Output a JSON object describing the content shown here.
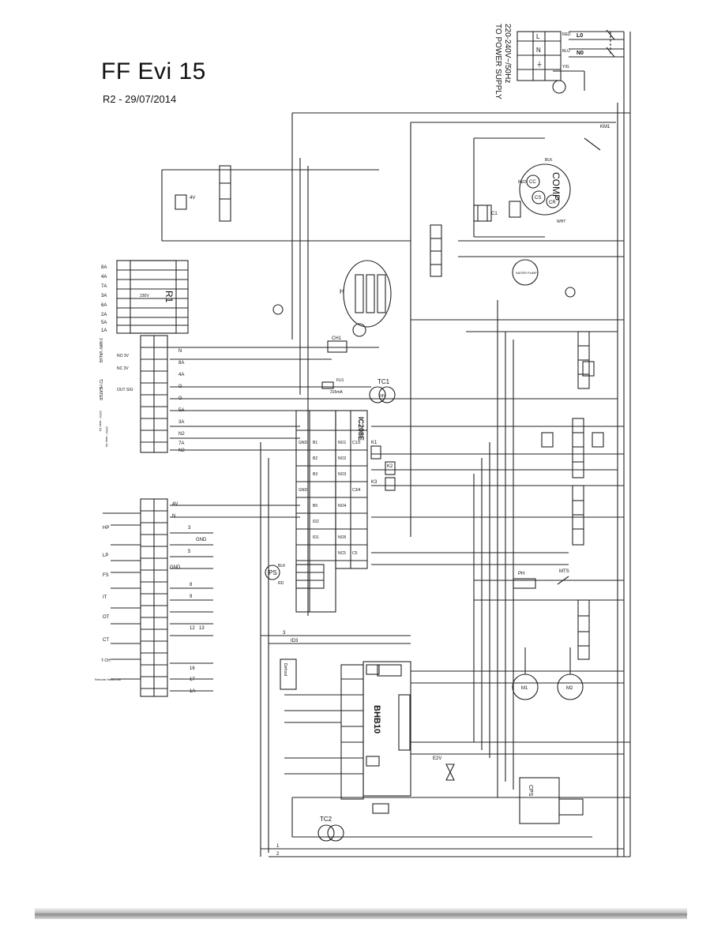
{
  "header": {
    "title": "FF Evi 15",
    "revision": "R2 - 29/07/2014"
  },
  "power_supply": {
    "label": "TO POWER SUPPLY",
    "spec": "220-240V~/50Hz",
    "line_labels": [
      "L0",
      "N0"
    ],
    "wire_colors": [
      "RED",
      "BLU",
      "Y/G"
    ],
    "terminals": [
      "L",
      "N",
      "⏚"
    ]
  },
  "components": {
    "compressor": "COMP",
    "comp_terminals": [
      "CC",
      "CS",
      "CR"
    ],
    "comp_wires": [
      "BLK",
      "RED",
      "WHT"
    ],
    "capacitor": "C1",
    "contactor": "KM1",
    "heater": "H",
    "crankcase_heater": "CH1",
    "water_pump": "WATER PUMP",
    "transformer_1": "TC1",
    "transformer_1_rating": "24V",
    "transformer_2": "TC2",
    "fuse": "FU1",
    "fuse_rating": "315mA",
    "relay_board": "R1",
    "relay_board_power": "230V",
    "main_controller": "IC208E",
    "expansion_driver": "BHB10",
    "phase_sequence": "CPS",
    "pressure_switch": "PS",
    "pressure_switch_wires": [
      "BLK",
      "RD"
    ],
    "reversing_valve": "4V",
    "electronic_valve": "E2V",
    "display": "Defrost",
    "fans": [
      "M1",
      "M2"
    ],
    "resistor": "PH",
    "thermal": "MTS",
    "relays": [
      "K1",
      "K2",
      "K3"
    ]
  },
  "left_terminal_labels": [
    "8A",
    "4A",
    "7A",
    "3A",
    "6A",
    "2A",
    "5A",
    "1A"
  ],
  "left_side_labels": {
    "valve": "3 WAY VALVE",
    "no_v": "NO 3V",
    "nc_v": "NC 3V",
    "heater_t": "T2 HEATER",
    "out_sig": "OUT SIG",
    "in1": "220V~ max 1A",
    "in2": "220V~ max 1A",
    "hp": "HP",
    "lp": "LP",
    "fs": "FS",
    "it": "IT",
    "ot": "OT",
    "ct": "CT",
    "t_ch": "T-CH",
    "remote": "Remote Heat/Cool"
  },
  "terminal_numbers": [
    "N",
    "8A",
    "4A",
    "G",
    "G",
    "5A",
    "3A",
    "N2",
    "7A",
    "N2",
    "4V",
    "N",
    "3",
    "GND",
    "5",
    "GND",
    "8",
    "9",
    "12",
    "13",
    "16",
    "17",
    "1A"
  ],
  "controller_pins": [
    "GND",
    "B1",
    "B2",
    "B3",
    "GND",
    "B5",
    "ID2",
    "ID1",
    "NO1",
    "C1/2",
    "NO2",
    "NO3",
    "C3/4",
    "NO4",
    "NC5",
    "C5",
    "NO5"
  ],
  "bottom_labels": [
    "3",
    "ID3",
    "1",
    "2"
  ]
}
